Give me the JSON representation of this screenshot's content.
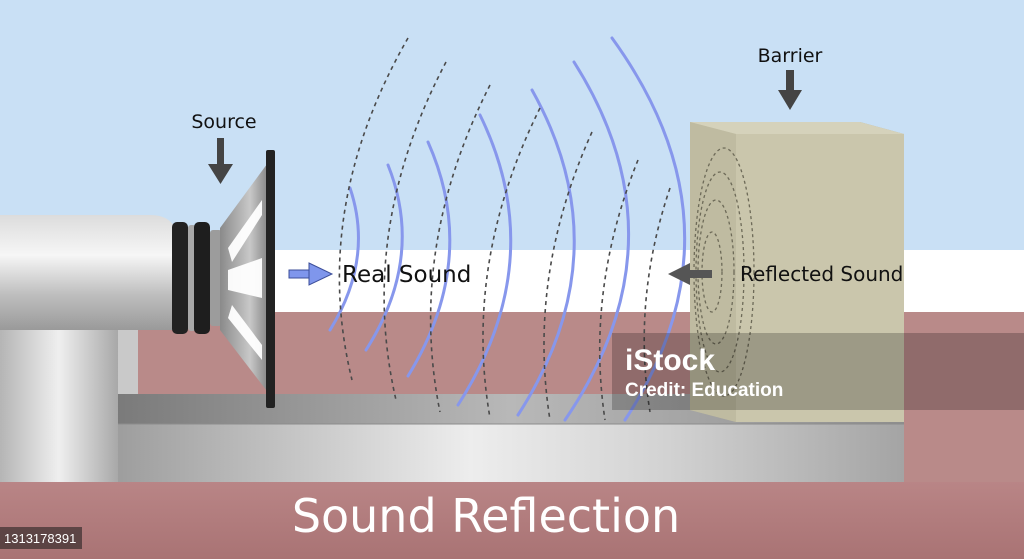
{
  "labels": {
    "source": "Source",
    "barrier": "Barrier",
    "real_sound": "Real Sound",
    "reflected_sound": "Reflected Sound"
  },
  "title": "Sound Reflection",
  "watermark": {
    "brand": "iStock",
    "credit": "Credit: Education"
  },
  "image_id": "1313178391",
  "colors": {
    "sky": "#c9e0f5",
    "white_band": "#ffffff",
    "ground": "#b98a89",
    "title_band": "#b37f80",
    "barrier": "#cac6ac",
    "barrier_side": "#b0ac93",
    "real_wave": "#8797ec",
    "reflected_wave": "#4a4a4a",
    "arrow_blue": "#7f96ec",
    "arrow_dark": "#444444"
  },
  "icons": [
    "down-arrow-icon",
    "right-arrow-icon",
    "left-arrow-icon"
  ]
}
